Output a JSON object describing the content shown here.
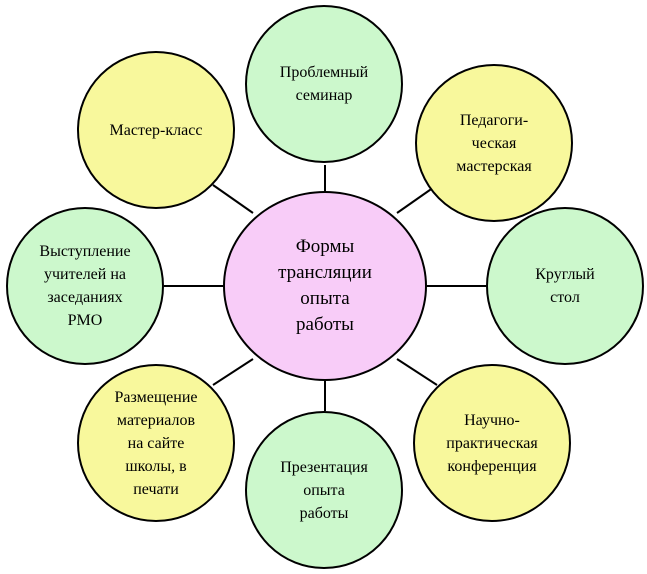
{
  "colors": {
    "center_fill": "#f8ccf8",
    "green_fill": "#ccf8cc",
    "yellow_fill": "#f8f89c",
    "stroke": "#000000"
  },
  "center": {
    "label": "Формы\nтрансляции\nопыта\nработы"
  },
  "nodes": [
    {
      "id": "top",
      "label": "Проблемный\nсеминар",
      "fill": "green"
    },
    {
      "id": "top-right",
      "label": "Педагоги-\nческая\nмастерская",
      "fill": "yellow"
    },
    {
      "id": "right",
      "label": "Круглый\nстол",
      "fill": "green"
    },
    {
      "id": "bottom-right",
      "label": "Научно-\nпрактическая\nконференция",
      "fill": "yellow"
    },
    {
      "id": "bottom",
      "label": "Презентация\nопыта\nработы",
      "fill": "green"
    },
    {
      "id": "bottom-left",
      "label": "Размещение\nматериалов\nна сайте\nшколы, в\nпечати",
      "fill": "yellow"
    },
    {
      "id": "left",
      "label": "Выступление\nучителей на\nзаседаниях\nРМО",
      "fill": "green"
    },
    {
      "id": "top-left",
      "label": "Мастер-класс",
      "fill": "yellow"
    }
  ]
}
